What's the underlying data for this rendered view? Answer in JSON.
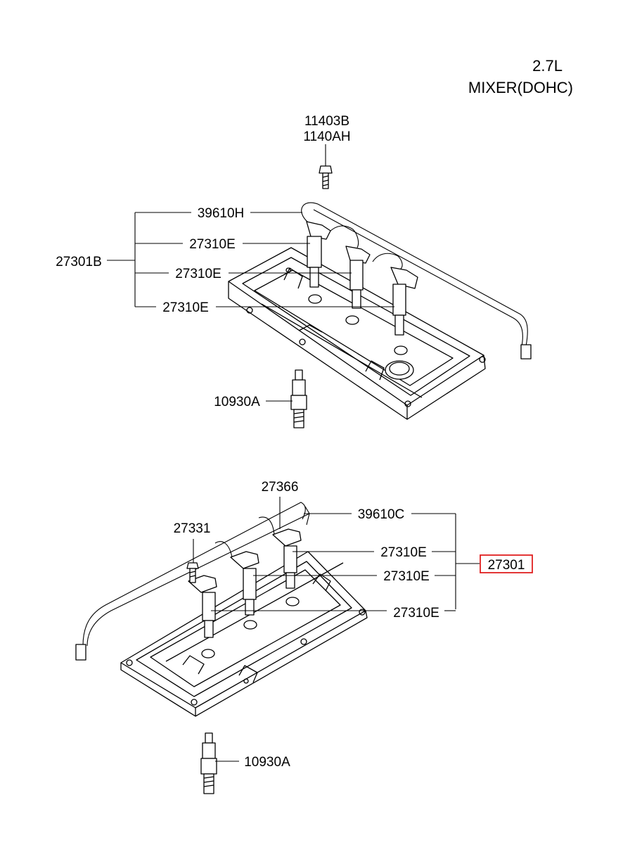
{
  "header": {
    "engine": "2.7L",
    "model": "MIXER(DOHC)"
  },
  "highlight_color": "#e02020",
  "upper_assembly": {
    "bolt_labels": [
      "11403B",
      "1140AH"
    ],
    "cable": "39610H",
    "coils": [
      "27310E",
      "27310E",
      "27310E"
    ],
    "assembly": "27301B",
    "spark_plug": "10930A"
  },
  "lower_assembly": {
    "bracket": "27366",
    "bolt": "27331",
    "cable": "39610C",
    "coils": [
      "27310E",
      "27310E",
      "27310E"
    ],
    "assembly": "27301",
    "spark_plug": "10930A"
  }
}
